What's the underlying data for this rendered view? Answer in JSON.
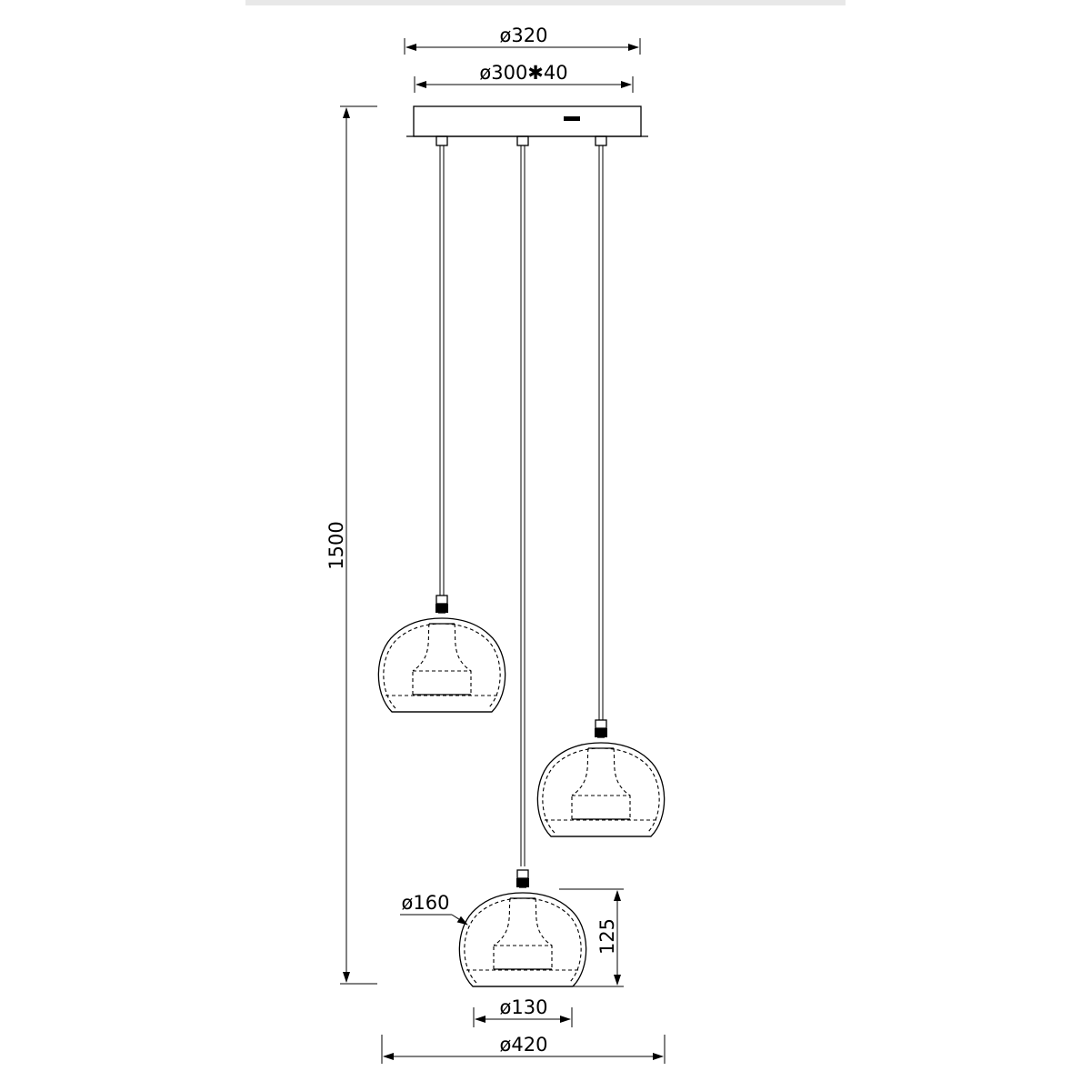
{
  "dimensions": {
    "canopy_outer": "ø320",
    "canopy_inner": "ø300✱40",
    "overall_drop": "1500",
    "shade_diameter": "ø160",
    "shade_height": "125",
    "shade_opening": "ø130",
    "overall_width": "ø420"
  }
}
